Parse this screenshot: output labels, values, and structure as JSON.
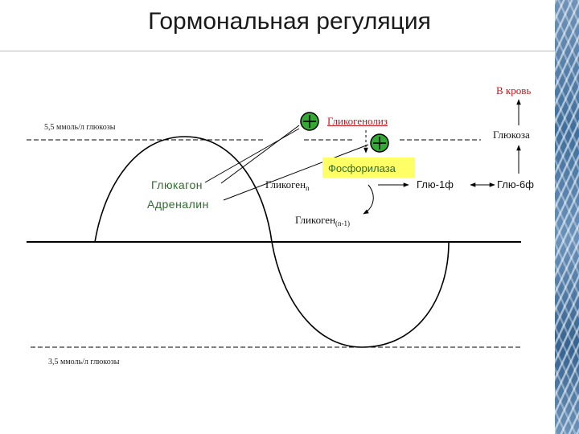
{
  "title": "Гормональная регуляция",
  "labels": {
    "upper_level": "5,5 ммоль/л глюкозы",
    "lower_level": "3,5 ммоль/л глюкозы",
    "hormone_1": "Глюкагон",
    "hormone_2": "Адреналин",
    "process": "Гликогенолиз",
    "enzyme": "Фосфорилаза",
    "glycogen_n": "Гликоген",
    "glycogen_n_sub": "n",
    "glycogen_n1": "Гликоген",
    "glycogen_n1_sub": "(n-1)",
    "glu1p": "Глю-1ф",
    "glu6p": "Глю-6ф",
    "glucose": "Глюкоза",
    "to_blood": "В кровь"
  },
  "colors": {
    "hormone_text": "#2e6b2e",
    "process_text": "#c0151b",
    "enzyme_highlight": "#ffff66",
    "plus_marker": "#33aa33",
    "side_pattern": "#4a76a3"
  },
  "icons": {
    "activation": "plus-circle-icon",
    "arrow": "arrow-icon",
    "side_decoration": "frost-pattern"
  }
}
